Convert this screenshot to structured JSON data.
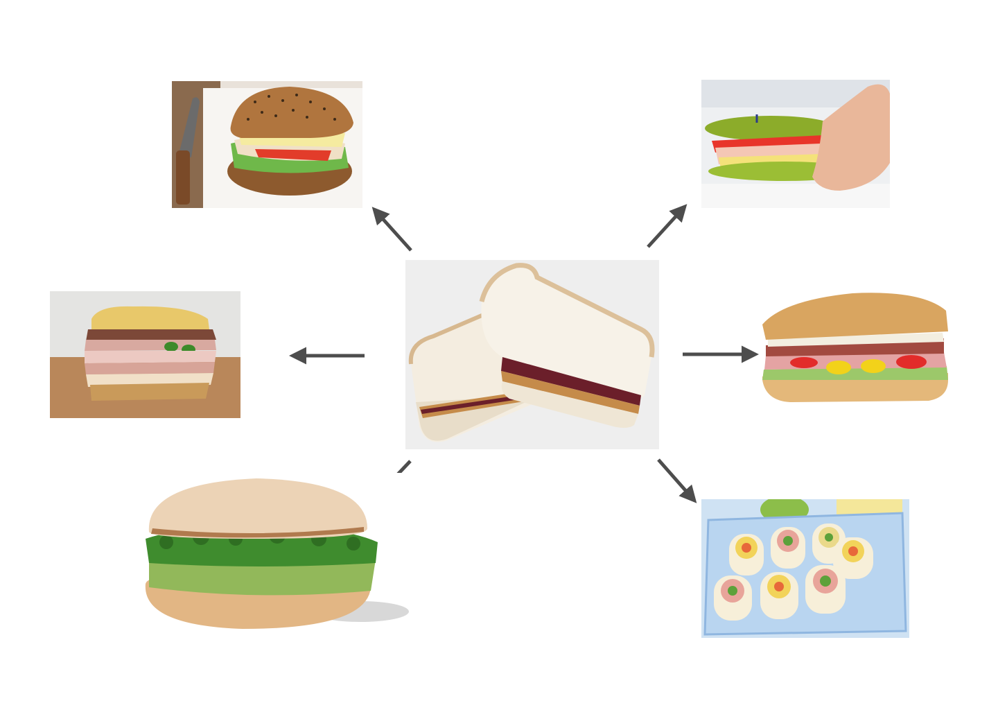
{
  "diagram": {
    "type": "radial-variations",
    "arrow_color": "#4d4d4d",
    "center": {
      "name": "peanut-butter-and-jelly-sandwich-image",
      "icon": "sandwich"
    },
    "nodes": [
      {
        "name": "seeded-bun-ham-cheese-sandwich-image",
        "direction": "up-left"
      },
      {
        "name": "pickle-bun-sandwich-image",
        "direction": "up-right"
      },
      {
        "name": "stacked-ham-jalapeno-sandwich-image",
        "direction": "left"
      },
      {
        "name": "submarine-sandwich-image",
        "direction": "right"
      },
      {
        "name": "english-muffin-green-spread-sandwich-image",
        "direction": "down-left"
      },
      {
        "name": "rolled-pinwheel-sandwiches-image",
        "direction": "down-right"
      }
    ]
  }
}
